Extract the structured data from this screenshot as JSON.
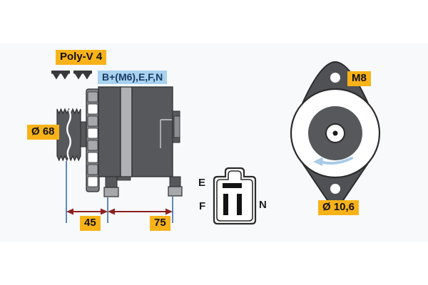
{
  "diagram": {
    "type": "alternator-technical-drawing",
    "views": [
      "side-view-with-pulley",
      "connector-pinout",
      "front-view-with-mounting-ears"
    ],
    "labels": {
      "belt_type": "Poly-V 4",
      "terminals": "B+(M6),E,F,N",
      "pulley_diameter": "Ø 68",
      "dim_pulley_to_foot": "45",
      "dim_foot_to_foot": "75",
      "mount_thread": "M8",
      "mount_hole_diameter": "Ø 10,6"
    },
    "connector_pins": {
      "top_left": "E",
      "bottom_left": "F",
      "right": "N"
    },
    "icons": {
      "belt_profile": "poly-v-belt-profile-icon",
      "rotation": "rotation-direction-arrow-icon"
    },
    "colors": {
      "label_amber": "#f8b219",
      "label_blue_bg": "#a8d2ee",
      "label_blue_text": "#1a3b66",
      "body_gray": "#56585b",
      "mid_gray": "#a6a8ab",
      "light_strip_gray": "#afb1b4",
      "outline": "#2e2f31",
      "dimension_line_blue": "#4a7eb5",
      "dimension_arrow_red": "#8e2020",
      "rotation_arrow_blue": "#a9cbe7",
      "band_background": "#f7f9fb"
    }
  }
}
